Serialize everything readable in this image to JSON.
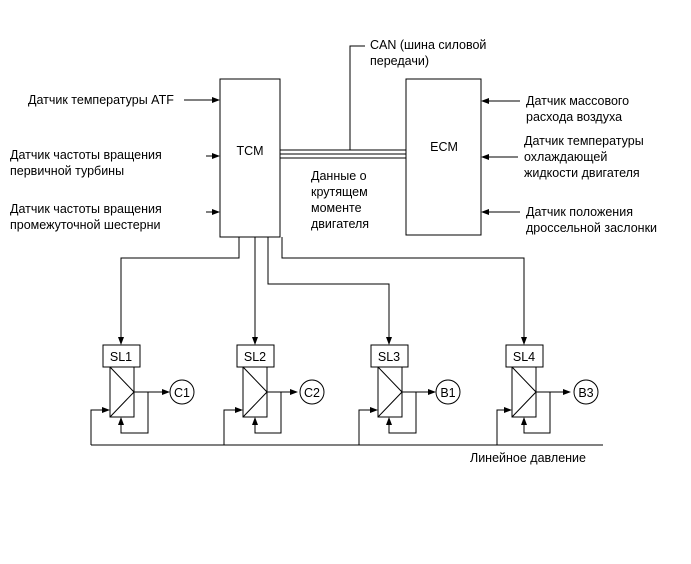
{
  "tcm": "TCM",
  "ecm": "ECM",
  "can_label": [
    "CAN (шина силовой",
    "передачи)"
  ],
  "torque_label": [
    "Данные о",
    "крутящем",
    "моменте",
    "двигателя"
  ],
  "left_sensors": [
    [
      "Датчик температуры ATF"
    ],
    [
      "Датчик частоты вращения",
      "первичной турбины"
    ],
    [
      "Датчик частоты вращения",
      "промежуточной шестерни"
    ]
  ],
  "right_sensors": [
    [
      "Датчик массового",
      "расхода воздуха"
    ],
    [
      "Датчик температуры",
      "охлаждающей",
      "жидкости двигателя"
    ],
    [
      "Датчик положения",
      "дроссельной заслонки"
    ]
  ],
  "solenoids": [
    {
      "name": "SL1",
      "clutch": "C1"
    },
    {
      "name": "SL2",
      "clutch": "C2"
    },
    {
      "name": "SL3",
      "clutch": "B1"
    },
    {
      "name": "SL4",
      "clutch": "B3"
    }
  ],
  "line_pressure": "Линейное давление"
}
